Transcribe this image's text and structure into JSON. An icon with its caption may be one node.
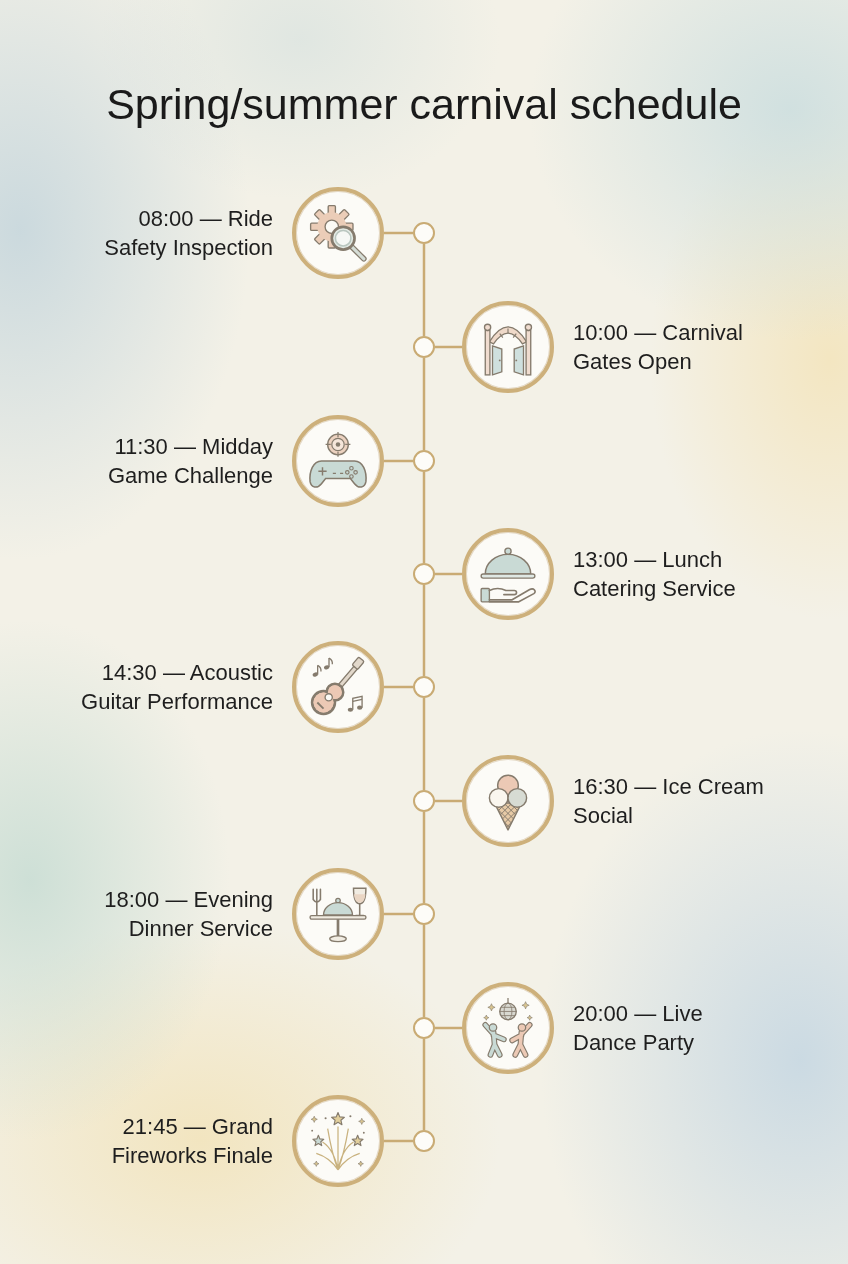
{
  "diagram": {
    "title": "Spring/summer carnival schedule",
    "nodes": [
      {
        "text": [],
        "shape": "picture",
        "beside": [
          "08:00 — Ride Safety Inspection"
        ]
      },
      {
        "text": [],
        "shape": "circle"
      },
      {
        "text": [],
        "shape": "picture",
        "beside": [
          "10:00 — Carnival Gates Open"
        ]
      },
      {
        "text": [],
        "shape": "circle"
      },
      {
        "text": [],
        "shape": "picture",
        "beside": [
          "11:30 — Midday Game Challenge"
        ]
      },
      {
        "text": [],
        "shape": "circle"
      },
      {
        "text": [],
        "shape": "picture",
        "beside": [
          "13:00 — Lunch Catering Service"
        ]
      },
      {
        "text": [],
        "shape": "circle"
      },
      {
        "text": [],
        "shape": "picture",
        "beside": [
          "14:30 — Acoustic Guitar Performance"
        ]
      },
      {
        "text": [],
        "shape": "circle"
      },
      {
        "text": [],
        "shape": "picture",
        "beside": [
          "16:30 — Ice Cream Social"
        ]
      },
      {
        "text": [],
        "shape": "circle"
      },
      {
        "text": [],
        "shape": "picture",
        "beside": [
          "18:00 — Evening Dinner Service"
        ]
      },
      {
        "text": [],
        "shape": "circle"
      },
      {
        "text": [],
        "shape": "picture",
        "beside": [
          "20:00 — Live Dance Party"
        ]
      },
      {
        "text": [],
        "shape": "circle"
      },
      {
        "text": [],
        "shape": "picture",
        "beside": [
          "21:45 — Grand Fireworks Finale"
        ]
      },
      {
        "text": [],
        "shape": "circle"
      }
    ],
    "edges": [
      {
        "from": 0,
        "to": 1,
        "arrow": "none"
      },
      {
        "from": 1,
        "to": 3,
        "arrow": "none"
      },
      {
        "from": 2,
        "to": 3,
        "arrow": "none"
      },
      {
        "from": 3,
        "to": 5,
        "arrow": "none"
      },
      {
        "from": 4,
        "to": 5,
        "arrow": "none"
      },
      {
        "from": 5,
        "to": 7,
        "arrow": "none"
      },
      {
        "from": 6,
        "to": 7,
        "arrow": "none"
      },
      {
        "from": 7,
        "to": 9,
        "arrow": "none"
      },
      {
        "from": 8,
        "to": 9,
        "arrow": "none"
      },
      {
        "from": 9,
        "to": 11,
        "arrow": "none"
      },
      {
        "from": 10,
        "to": 11,
        "arrow": "none"
      },
      {
        "from": 11,
        "to": 13,
        "arrow": "none"
      },
      {
        "from": 12,
        "to": 13,
        "arrow": "none"
      },
      {
        "from": 13,
        "to": 15,
        "arrow": "none"
      },
      {
        "from": 14,
        "to": 15,
        "arrow": "none"
      },
      {
        "from": 15,
        "to": 17,
        "arrow": "none"
      },
      {
        "from": 16,
        "to": 17,
        "arrow": "none"
      }
    ]
  }
}
